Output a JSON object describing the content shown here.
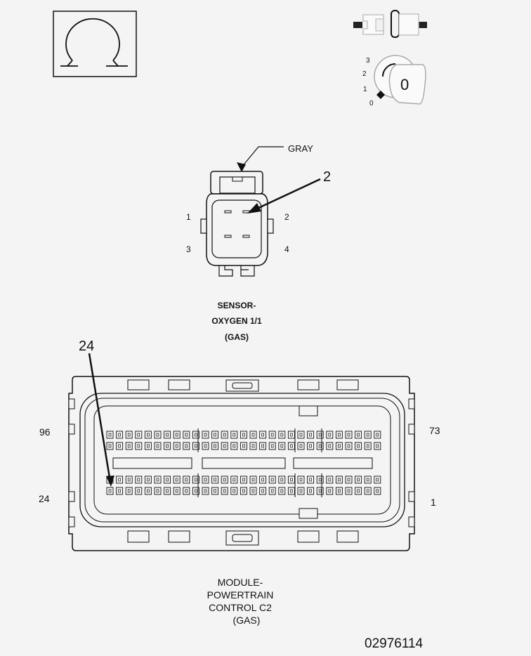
{
  "symbols": {
    "ohm_icon": "ohm-meter-icon",
    "switch_icon": "connector-disconnect-icon",
    "ignition_icon": "ignition-key-icon",
    "ignition_positions": [
      "3",
      "2",
      "1",
      "0"
    ],
    "ignition_current": "0"
  },
  "sensor": {
    "wire_color_label": "GRAY",
    "callout_pin": "2",
    "pin_labels": {
      "p1": "1",
      "p2": "2",
      "p3": "3",
      "p4": "4"
    },
    "title_line1": "SENSOR-",
    "title_line2": "OXYGEN 1/1",
    "title_line3": "(GAS)"
  },
  "module": {
    "callout_pin": "24",
    "corner_labels": {
      "top_left": "96",
      "top_right": "73",
      "bottom_left": "24",
      "bottom_right": "1"
    },
    "title_line1": "MODULE-",
    "title_line2": "POWERTRAIN",
    "title_line3": "CONTROL C2",
    "title_line4": "(GAS)"
  },
  "figure_number": "02976114",
  "colors": {
    "line": "#111111",
    "background": "#f4f4f4"
  }
}
